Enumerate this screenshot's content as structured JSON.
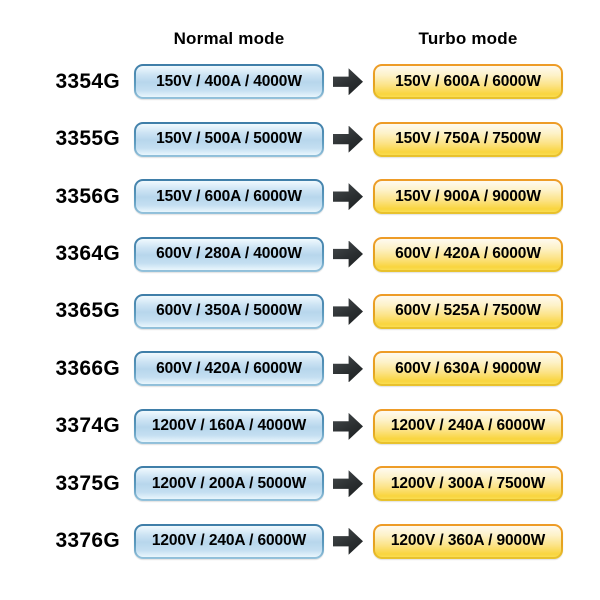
{
  "diagram": {
    "headers": {
      "normal": "Normal mode",
      "turbo": "Turbo mode"
    },
    "arrow_icon": "right-arrow",
    "colors": {
      "background": "#ffffff",
      "text": "#000000",
      "normal_badge_border": "#3e7da7",
      "normal_badge_fill_top": "#f0f9fe",
      "normal_badge_fill_mid": "#b7d6ec",
      "normal_badge_fill_bottom": "#e9f6fd",
      "turbo_badge_border": "#ee9c28",
      "turbo_badge_fill_top": "#fefaf0",
      "turbo_badge_fill_bottom": "#f9d53f",
      "arrow": "#2b2f31"
    },
    "rows": [
      {
        "model": "3354G",
        "normal": "150V / 400A / 4000W",
        "turbo": "150V / 600A / 6000W"
      },
      {
        "model": "3355G",
        "normal": "150V / 500A / 5000W",
        "turbo": "150V / 750A / 7500W"
      },
      {
        "model": "3356G",
        "normal": "150V / 600A / 6000W",
        "turbo": "150V / 900A / 9000W"
      },
      {
        "model": "3364G",
        "normal": "600V / 280A / 4000W",
        "turbo": "600V / 420A / 6000W"
      },
      {
        "model": "3365G",
        "normal": "600V / 350A / 5000W",
        "turbo": "600V / 525A / 7500W"
      },
      {
        "model": "3366G",
        "normal": "600V / 420A / 6000W",
        "turbo": "600V / 630A / 9000W"
      },
      {
        "model": "3374G",
        "normal": "1200V / 160A / 4000W",
        "turbo": "1200V / 240A / 6000W"
      },
      {
        "model": "3375G",
        "normal": "1200V / 200A / 5000W",
        "turbo": "1200V / 300A / 7500W"
      },
      {
        "model": "3376G",
        "normal": "1200V / 240A / 6000W",
        "turbo": "1200V / 360A / 9000W"
      }
    ]
  }
}
